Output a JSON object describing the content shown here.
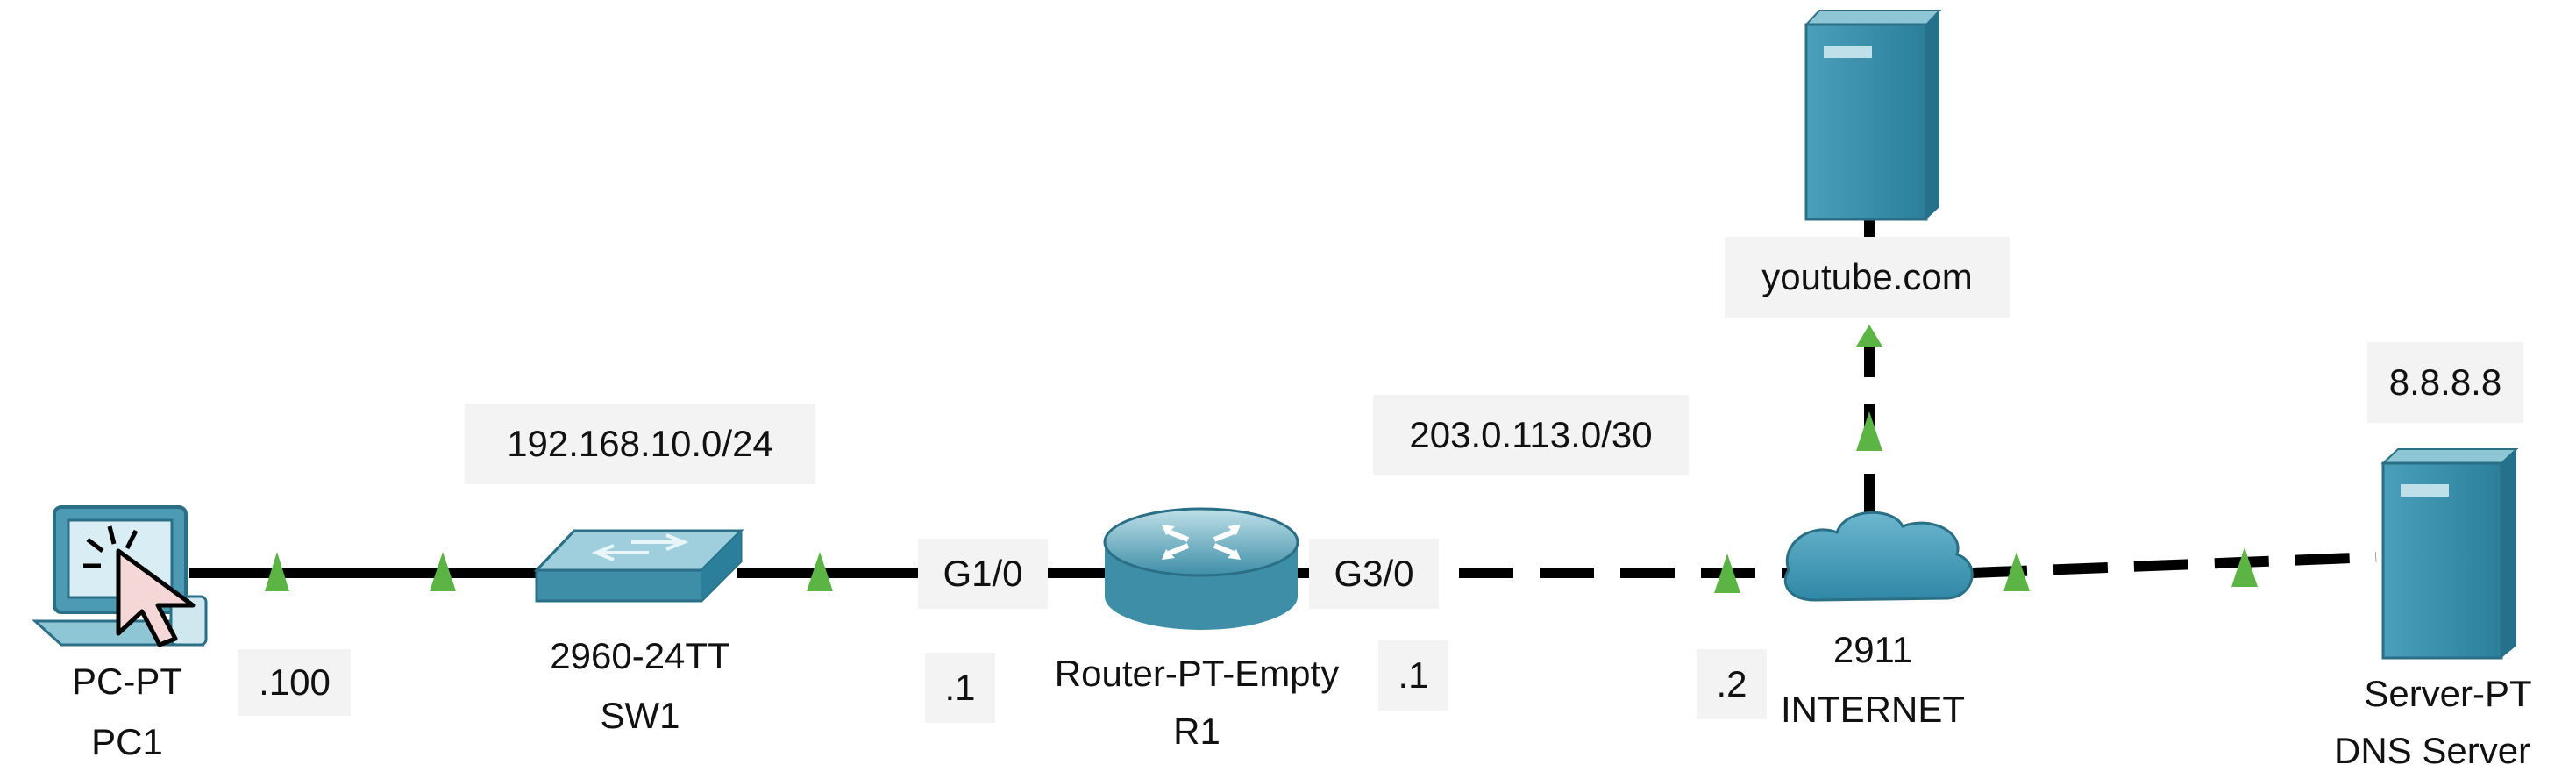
{
  "devices": {
    "pc": {
      "model": "PC-PT",
      "name": "PC1",
      "ip_suffix": ".100",
      "icon": "pc-icon"
    },
    "switch": {
      "model": "2960-24TT",
      "name": "SW1",
      "icon": "switch-icon"
    },
    "router": {
      "model": "Router-PT-Empty",
      "name": "R1",
      "icon": "router-icon",
      "iface_left": "G1/0",
      "iface_right": "G3/0",
      "ip_left": ".1",
      "ip_right": ".1"
    },
    "internet": {
      "model": "2911",
      "name": "INTERNET",
      "ip_suffix": ".2",
      "icon": "cloud-icon"
    },
    "web_server": {
      "label": "youtube.com",
      "icon": "server-icon"
    },
    "dns_server": {
      "model": "Server-PT",
      "name": "DNS Server",
      "ip": "8.8.8.8",
      "icon": "server-icon"
    }
  },
  "networks": {
    "lan": "192.168.10.0/24",
    "wan": "203.0.113.0/30"
  },
  "link_status_color": "#5cb445",
  "cursor": "hand-pointer-icon"
}
